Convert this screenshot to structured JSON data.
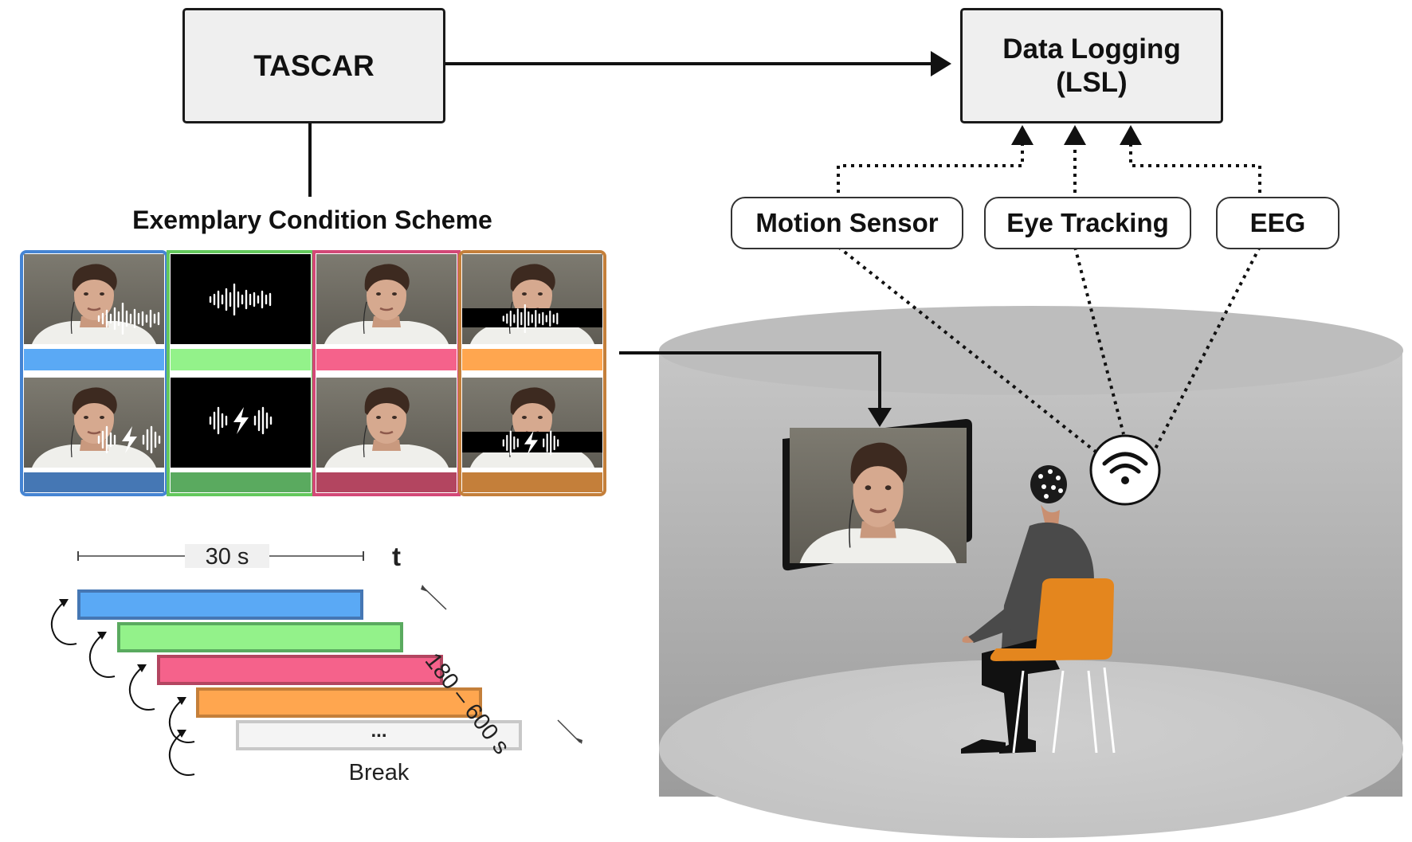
{
  "nodes": {
    "tascar": "TASCAR",
    "data_logging_line1": "Data Logging",
    "data_logging_line2": "(LSL)",
    "motion_sensor": "Motion Sensor",
    "eye_tracking": "Eye Tracking",
    "eeg": "EEG"
  },
  "scheme": {
    "title": "Exemplary Condition Scheme",
    "condition_colors": [
      "#5aa9f5",
      "#93f28a",
      "#f5628b",
      "#ffa64f"
    ],
    "condition_dark_colors": [
      "#4577b4",
      "#5aaa5f",
      "#b34560",
      "#c47f3a"
    ]
  },
  "timeline": {
    "duration_label": "30 s",
    "axis_label": "t",
    "block_range_label": "180 – 600 s",
    "ellipsis": "...",
    "break_label": "Break"
  },
  "icons": {
    "audio": "waveform-icon",
    "distortion": "lightning-bolt-icon",
    "wireless": "wifi-icon"
  }
}
